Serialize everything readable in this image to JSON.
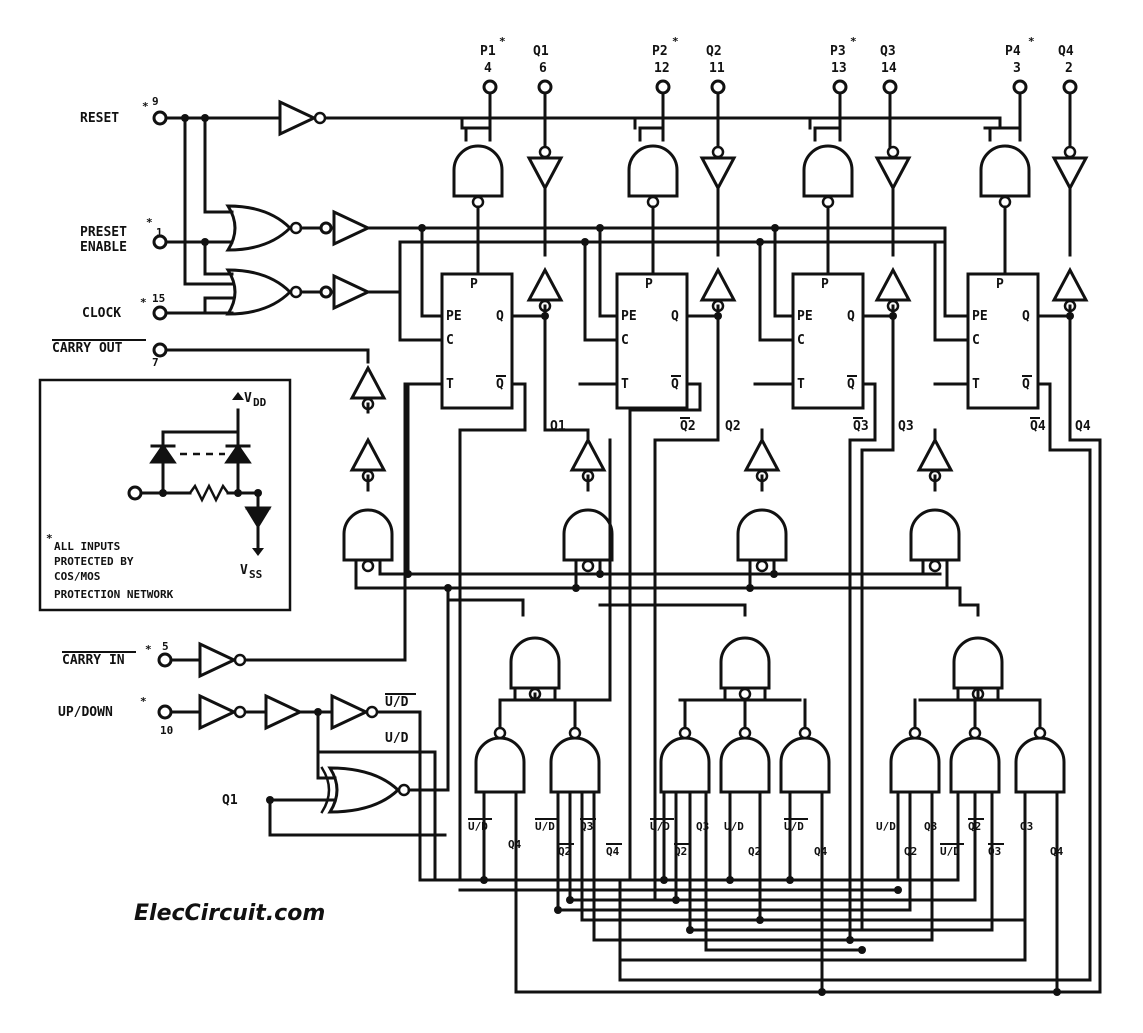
{
  "watermark": "ElecCircuit.com",
  "inputs": {
    "reset": {
      "label": "RESET",
      "pin": "9"
    },
    "preset_enable": {
      "label1": "PRESET",
      "label2": "ENABLE",
      "pin": "1"
    },
    "clock": {
      "label": "CLOCK",
      "pin": "15"
    },
    "carry_out": {
      "label": "CARRY OUT",
      "pin": "7"
    },
    "carry_in": {
      "label": "CARRY IN",
      "pin": "5"
    },
    "up_down": {
      "label": "UP/DOWN",
      "pin": "10"
    },
    "q1_in": {
      "label": "Q1"
    }
  },
  "top_pins": [
    {
      "label": "P1",
      "pin": "4"
    },
    {
      "label": "Q1",
      "pin": "6"
    },
    {
      "label": "P2",
      "pin": "12"
    },
    {
      "label": "Q2",
      "pin": "11"
    },
    {
      "label": "P3",
      "pin": "13"
    },
    {
      "label": "Q3",
      "pin": "14"
    },
    {
      "label": "P4",
      "pin": "3"
    },
    {
      "label": "Q4",
      "pin": "2"
    }
  ],
  "flipflop": {
    "p": "P",
    "pe": "PE",
    "c": "C",
    "t": "T",
    "q": "Q",
    "qbar": "Q"
  },
  "ff_outputs": [
    {
      "q": "Q1",
      "qbar": "Q2"
    },
    {
      "q": "Q2",
      "qbar": "Q3"
    },
    {
      "q": "Q3",
      "qbar": "Q4"
    },
    {
      "q": "Q4"
    }
  ],
  "protection": {
    "vdd": "V",
    "vdd_sub": "DD",
    "vss": "V",
    "vss_sub": "SS",
    "note": [
      "ALL INPUTS",
      "PROTECTED BY",
      "COS/MOS",
      "PROTECTION NETWORK"
    ],
    "star": "*"
  },
  "ud_labels": {
    "udbar": "U/D",
    "ud": "U/D"
  },
  "bottom_labels": {
    "g1": [
      "U/D",
      "Q4"
    ],
    "g2": [
      "U/D",
      "Q3",
      "Q2",
      "Q4"
    ],
    "g3": [
      "U/D",
      "Q3",
      "U/D",
      "U/D",
      "Q2",
      "Q2",
      "Q4"
    ],
    "g4": [
      "U/D",
      "Q3",
      "Q2",
      "Q2",
      "U/D",
      "Q3",
      "Q3",
      "Q4"
    ]
  }
}
